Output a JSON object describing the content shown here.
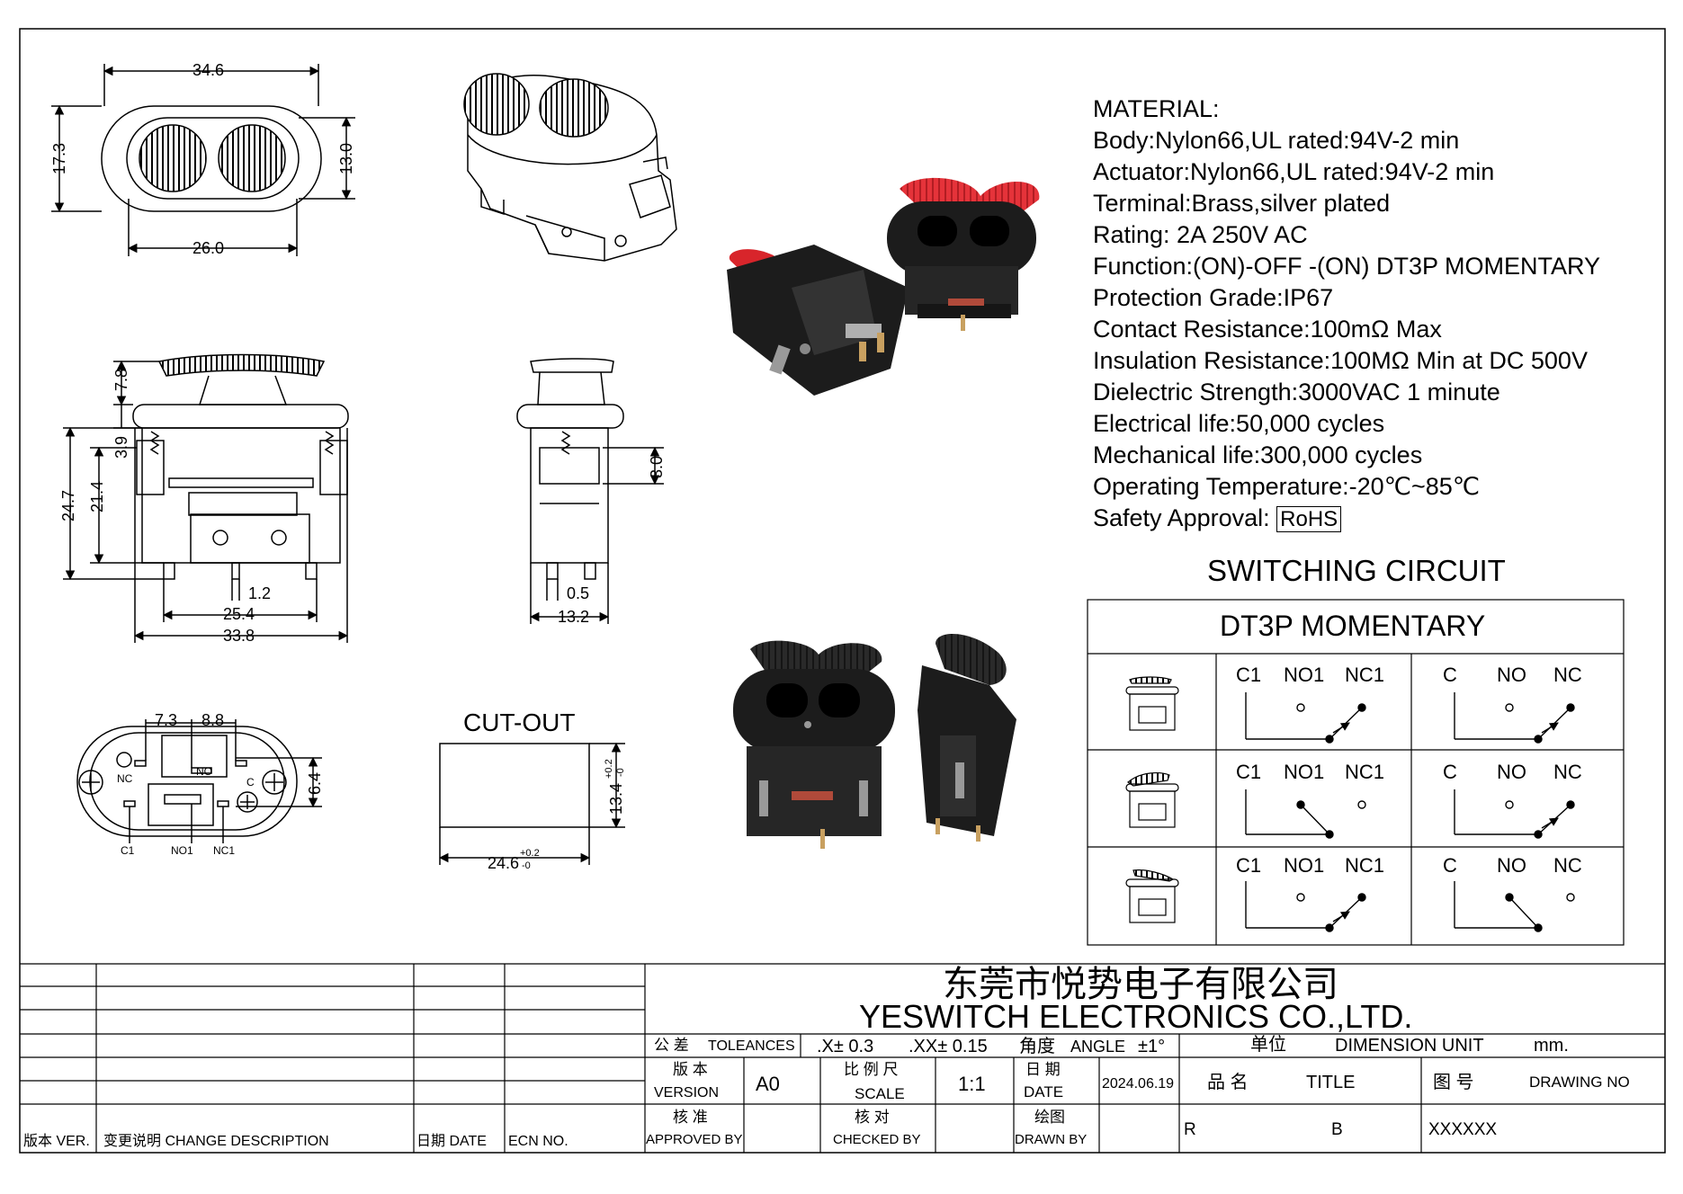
{
  "specs": {
    "heading": "MATERIAL:",
    "lines": [
      "Body:Nylon66,UL rated:94V-2 min",
      "Actuator:Nylon66,UL rated:94V-2 min",
      "Terminal:Brass,silver plated",
      "Rating: 2A 250V AC",
      "Function:(ON)-OFF -(ON) DT3P MOMENTARY",
      "Protection Grade:IP67",
      "Contact Resistance:100mΩ Max",
      "Insulation Resistance:100MΩ Min at DC 500V",
      "Dielectric Strength:3000VAC 1 minute",
      "Electrical life:50,000 cycles",
      "Mechanical life:300,000 cycles",
      "Operating Temperature:-20℃~85℃"
    ],
    "safety_label": "Safety Approval:",
    "safety_badge": "RoHS"
  },
  "circuit": {
    "heading": "SWITCHING CIRCUIT",
    "table_title": "DT3P MOMENTARY",
    "left_labels": [
      "C1",
      "NO1",
      "NC1"
    ],
    "right_labels": [
      "C",
      "NO",
      "NC"
    ]
  },
  "dimensions": {
    "top_width": "34.6",
    "top_height": "17.3",
    "top_inner_height": "13.0",
    "top_inner_width": "26.0",
    "front_actuator": "7.8",
    "front_spring": "3.9",
    "front_total": "24.7",
    "front_body": "21.4",
    "front_pin": "1.2",
    "front_width_inner": "25.4",
    "front_width_outer": "33.8",
    "side_travel": "3.0",
    "side_pin": "0.5",
    "side_width": "13.2",
    "bottom_a": "7.3",
    "bottom_b": "8.8",
    "bottom_h": "6.4",
    "nc": "NC",
    "no": "NO",
    "c": "C",
    "c1": "C1",
    "no1": "NO1",
    "nc1": "NC1"
  },
  "cutout": {
    "title": "CUT-OUT",
    "width": "24.6",
    "width_tol": "+0.2",
    "width_tol2": "-0",
    "height": "13.4",
    "height_tol": "+0.2",
    "height_tol2": "-0"
  },
  "titleblock": {
    "company_cn": "东莞市悦势电子有限公司",
    "company_en": "YESWITCH ELECTRONICS CO.,LTD.",
    "tol_cn": "公   差",
    "tol_en": "TOLEANCES",
    "tol_x": ".X± 0.3",
    "tol_xx": ".XX± 0.15",
    "angle_cn": "角度",
    "angle_en": "ANGLE",
    "angle_val": "±1°",
    "unit_cn": "单位",
    "unit_en": "DIMENSION UNIT",
    "unit_val": "mm.",
    "version_cn": "版  本",
    "version_en": "VERSION",
    "version_val": "A0",
    "scale_cn": "比 例 尺",
    "scale_en": "SCALE",
    "scale_val": "1:1",
    "date_cn": "日  期",
    "date_en": "DATE",
    "date_val": "2024.06.19",
    "name_cn": "品   名",
    "name_en": "TITLE",
    "drawing_cn": "图   号",
    "drawing_en": "DRAWING NO",
    "approved_cn": "核  准",
    "approved_en": "APPROVED BY",
    "checked_cn": "核  对",
    "checked_en": "CHECKED BY",
    "drawn_cn": "绘图",
    "drawn_en": "DRAWN BY",
    "r_val": "R",
    "b_val": "B",
    "drawing_val": "XXXXXX",
    "rev_ver": "版本 VER.",
    "rev_change": "变更说明  CHANGE DESCRIPTION",
    "rev_date": "日期  DATE",
    "rev_ecn": "ECN NO."
  },
  "colors": {
    "line": "#000000",
    "actuator_red": "#d8252b",
    "body_black": "#1c1c1c"
  }
}
